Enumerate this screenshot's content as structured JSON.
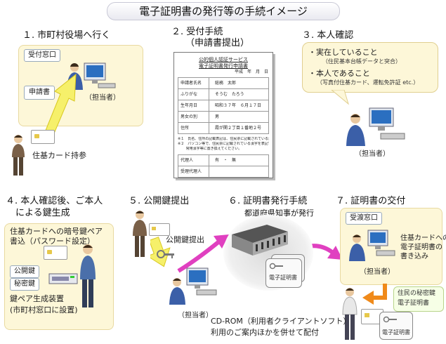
{
  "title": "電子証明書の発行等の手続イメージ",
  "steps": {
    "s1": "１. 市町村役場へ行く",
    "s2a": "２. 受付手続",
    "s2b": "（申請書提出）",
    "s3": "３. 本人確認",
    "s4a": "４. 本人確認後、ご本人",
    "s4b": "による鍵生成",
    "s5": "５. 公開鍵提出",
    "s6": "６. 証明書発行手続",
    "s6sub": "都道府県知事が発行",
    "s7": "７. 証明書の交付"
  },
  "step1": {
    "window": "受付窓口",
    "doc": "申請書",
    "staff": "（担当者）",
    "card_carry": "住基カード持参"
  },
  "form": {
    "header1": "公的個人認証サービス",
    "header2": "電子証明書発行申請書",
    "date": "平成　年　月　日",
    "rows": [
      {
        "k": "申請者氏名",
        "v": "総務　太郎"
      },
      {
        "k": "ふりがな",
        "v": "そうむ　たろう"
      },
      {
        "k": "生年月日",
        "v": "昭和３７年　６月１７日"
      },
      {
        "k": "男女の別",
        "v": "男"
      },
      {
        "k": "住所",
        "v": "霞が関２丁目１番地２号"
      }
    ],
    "note1": "※１　氏名、住所の記載表記は、住民票に記載されている漢字を用いてください。",
    "note2": "※２　パソコン等で、住民票に記載されている漢字を表記できない場合、",
    "note2b": "　　 常用漢字等に置き換えてください。",
    "agent_label": "代理人",
    "agent_val": "有　・　無",
    "agent2": "受理代理人"
  },
  "step3": {
    "b1": "・実在していること",
    "b1sub": "（住民基本台帳データと突合）",
    "b2": "・本人であること",
    "b2sub": "（写真付住基カード、運転免許証 etc.）",
    "staff": "（担当者）"
  },
  "step4": {
    "desc1": "住基カードへの暗号鍵ペア",
    "desc2": "書込（パスワード設定）",
    "pub": "公開鍵",
    "priv": "秘密鍵",
    "device1": "鍵ペア生成装置",
    "device2": "(市町村窓口に設置)"
  },
  "step5": {
    "label": "公開鍵提出",
    "staff": "（担当者）"
  },
  "step6": {
    "cert": "電子証明書"
  },
  "step7": {
    "window": "受渡窓口",
    "write1": "住基カードへの",
    "write2": "電子証明書の",
    "write3": "書き込み",
    "staff": "（担当者）",
    "keys1": "住民の秘密鍵",
    "keys2": "電子証明書",
    "cert": "電子証明書"
  },
  "bottom": {
    "line1": "CD-ROM（利用者クライアントソフト）",
    "line2": "利用のご案内ほかを併せて配付"
  }
}
